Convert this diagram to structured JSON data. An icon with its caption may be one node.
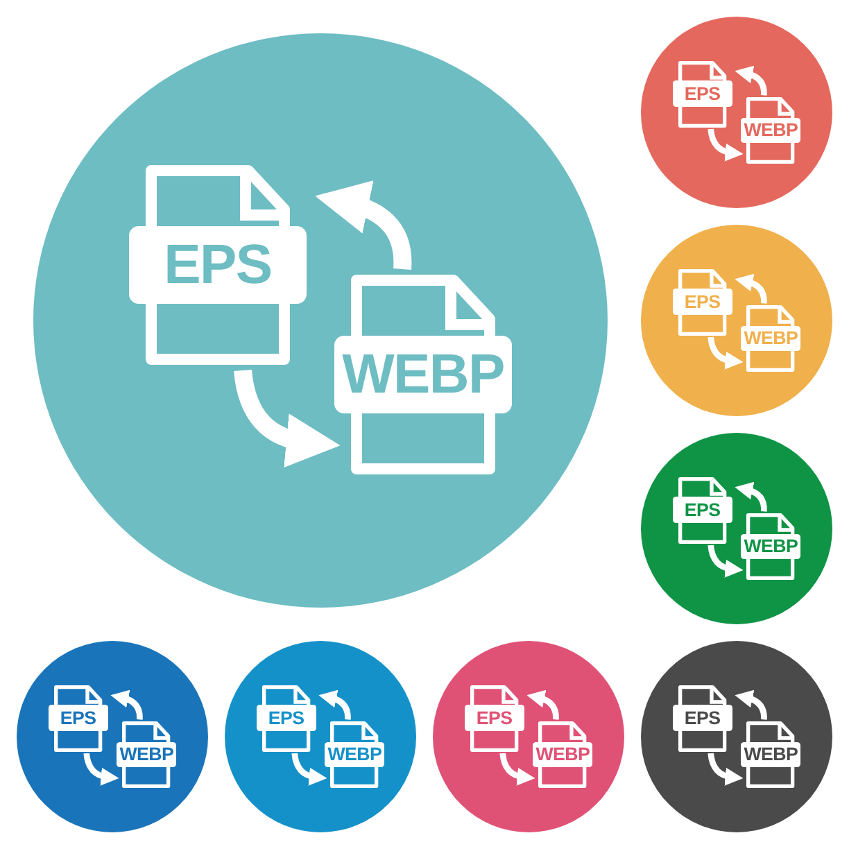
{
  "diagram": {
    "nodes": [
      {
        "text": [],
        "shape": "circle"
      },
      {
        "text": [
          "EPS"
        ],
        "in": 0
      },
      {
        "text": [
          "WEBP"
        ],
        "in": 0
      },
      {
        "text": [],
        "shape": "circle"
      },
      {
        "text": [
          "EPS"
        ],
        "in": 3
      },
      {
        "text": [
          "WEBP"
        ],
        "in": 3
      },
      {
        "text": [],
        "shape": "circle"
      },
      {
        "text": [
          "EPS"
        ],
        "in": 6
      },
      {
        "text": [
          "WEBP"
        ],
        "in": 6
      },
      {
        "text": [],
        "shape": "circle"
      },
      {
        "text": [
          "EPS"
        ],
        "in": 9
      },
      {
        "text": [
          "WEBP"
        ],
        "in": 9
      },
      {
        "text": [],
        "shape": "circle"
      },
      {
        "text": [
          "EPS"
        ],
        "in": 12
      },
      {
        "text": [
          "WEBP"
        ],
        "in": 12
      },
      {
        "text": [],
        "shape": "circle"
      },
      {
        "text": [
          "EPS"
        ],
        "in": 15
      },
      {
        "text": [
          "WEBP"
        ],
        "in": 15
      },
      {
        "text": [],
        "shape": "circle"
      },
      {
        "text": [
          "EPS"
        ],
        "in": 18
      },
      {
        "text": [
          "WEBP"
        ],
        "in": 18
      },
      {
        "text": [],
        "shape": "circle"
      },
      {
        "text": [
          "EPS"
        ],
        "in": 21
      },
      {
        "text": [
          "WEBP"
        ],
        "in": 21
      }
    ],
    "edges": [
      {
        "from": 1,
        "to": 2,
        "arrow": "to",
        "style": "thick"
      },
      {
        "from": 2,
        "to": 1,
        "arrow": "to",
        "style": "thick"
      },
      {
        "from": 4,
        "to": 5,
        "arrow": "to"
      },
      {
        "from": 5,
        "to": 4,
        "arrow": "to"
      },
      {
        "from": 7,
        "to": 8,
        "arrow": "to"
      },
      {
        "from": 8,
        "to": 7,
        "arrow": "to"
      },
      {
        "from": 10,
        "to": 11,
        "arrow": "to"
      },
      {
        "from": 11,
        "to": 10,
        "arrow": "to"
      },
      {
        "from": 13,
        "to": 14,
        "arrow": "to"
      },
      {
        "from": 14,
        "to": 13,
        "arrow": "to"
      },
      {
        "from": 16,
        "to": 17,
        "arrow": "to"
      },
      {
        "from": 17,
        "to": 16,
        "arrow": "to"
      },
      {
        "from": 19,
        "to": 20,
        "arrow": "to"
      },
      {
        "from": 20,
        "to": 19,
        "arrow": "to"
      },
      {
        "from": 22,
        "to": 23,
        "arrow": "to"
      },
      {
        "from": 23,
        "to": 22,
        "arrow": "to"
      }
    ]
  }
}
